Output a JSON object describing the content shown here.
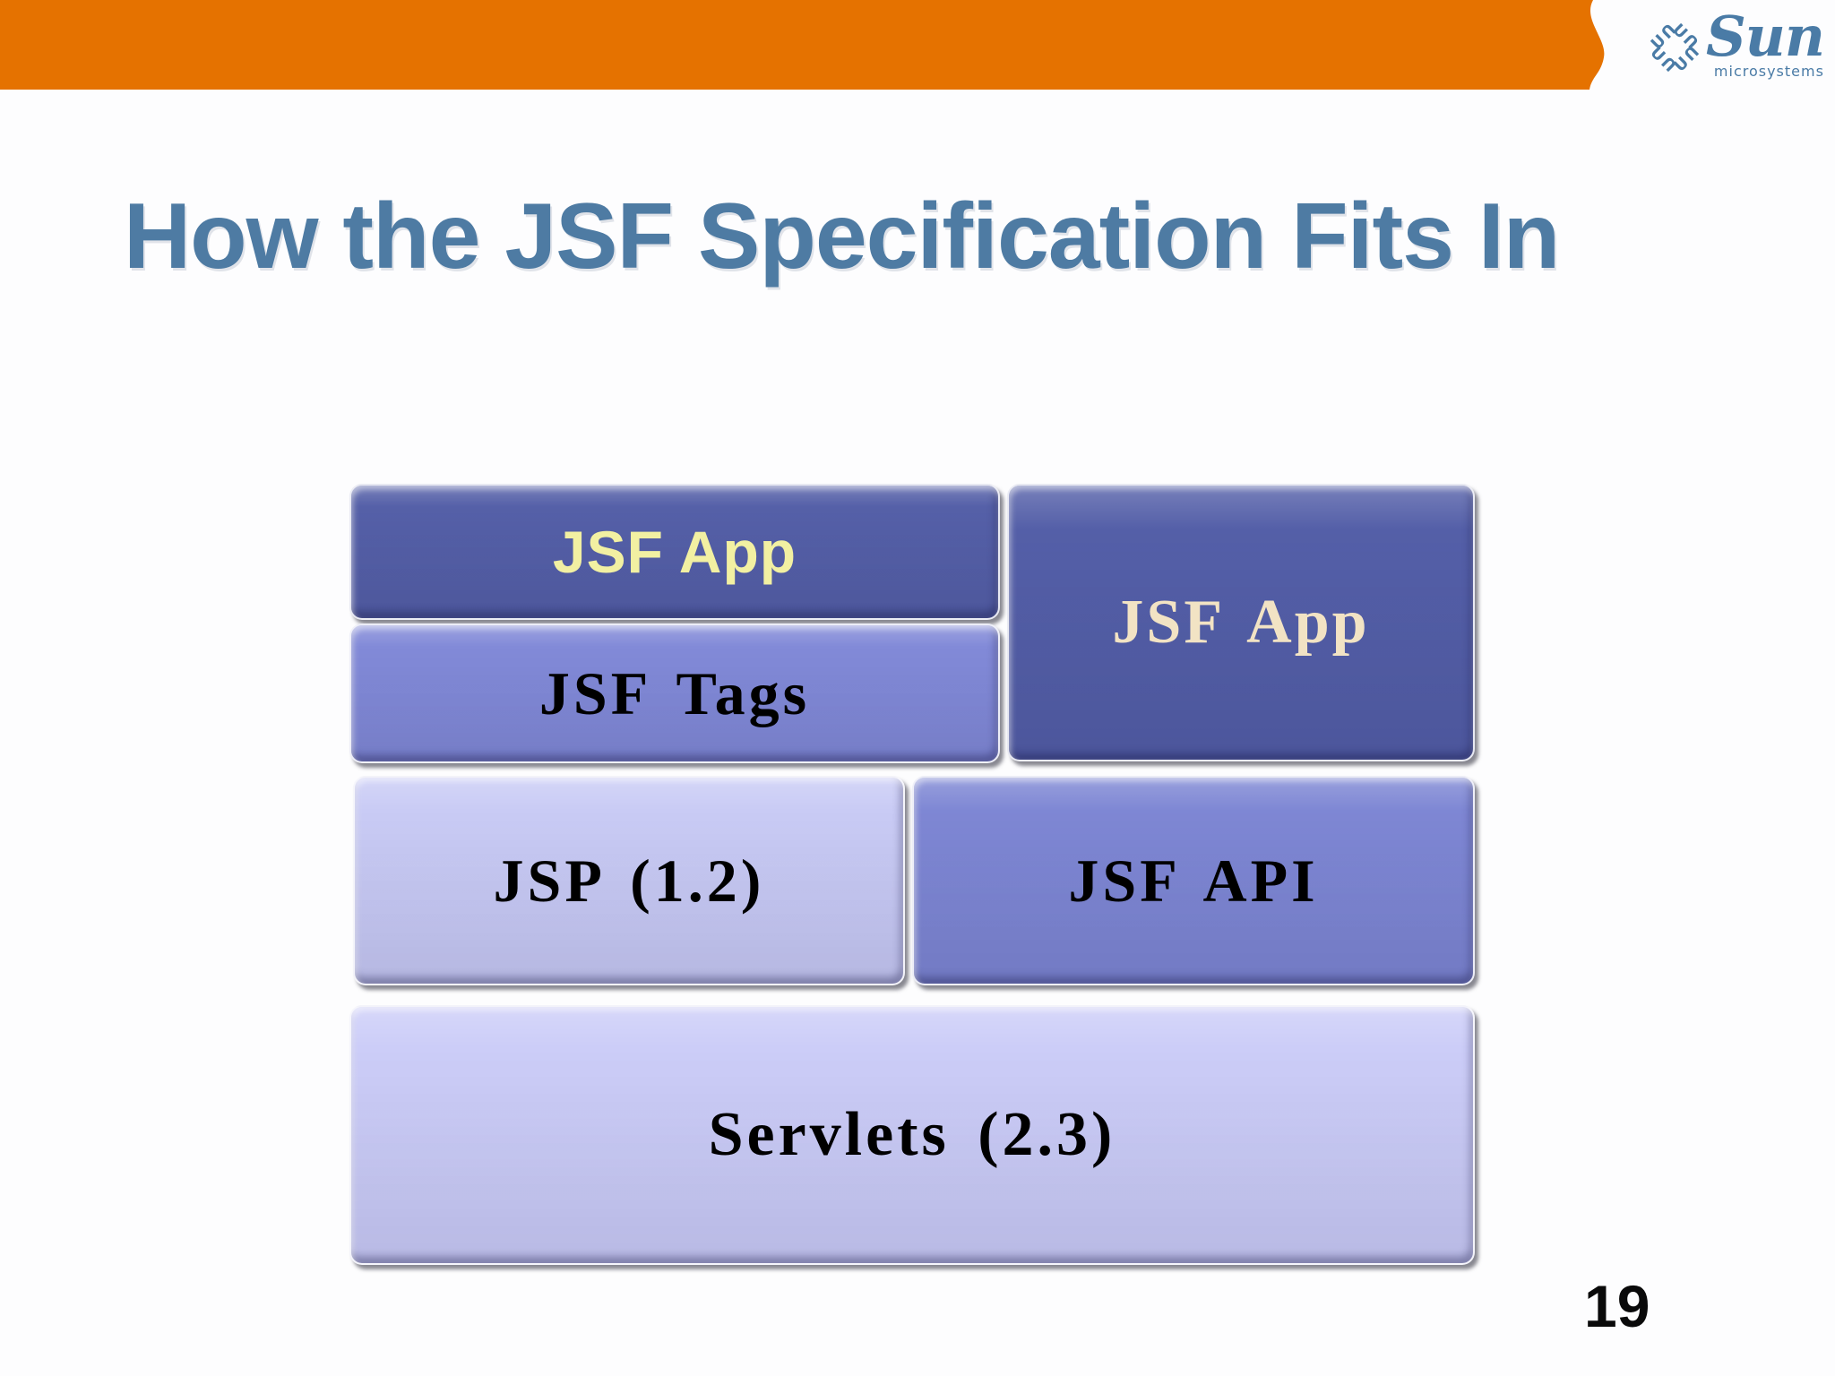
{
  "header": {
    "bar_color": "#e57200",
    "logo": {
      "brand": "Sun",
      "subtitle": "microsystems",
      "color": "#4a7ba6"
    }
  },
  "title": {
    "text": "How the JSF Specification Fits In",
    "color": "#4e7ba3"
  },
  "diagram": {
    "boxes": [
      {
        "id": "jsf-app-left",
        "label": "JSF App",
        "bg": "#5560a8",
        "text_color": "#f2f0a2"
      },
      {
        "id": "jsf-tags",
        "label": "JSF Tags",
        "bg": "#828ad8",
        "text_color": "#000000"
      },
      {
        "id": "jsf-app-right",
        "label": "JSF App",
        "bg": "#545fa8",
        "text_color": "#f2e3c4"
      },
      {
        "id": "jsp",
        "label": "JSP (1.2)",
        "bg": "#c9cbf5",
        "text_color": "#000000"
      },
      {
        "id": "jsf-api",
        "label": "JSF API",
        "bg": "#7e87d4",
        "text_color": "#000000"
      },
      {
        "id": "servlets",
        "label": "Servlets (2.3)",
        "bg": "#cccdf8",
        "text_color": "#000000"
      }
    ]
  },
  "footer": {
    "page_number": "19"
  }
}
